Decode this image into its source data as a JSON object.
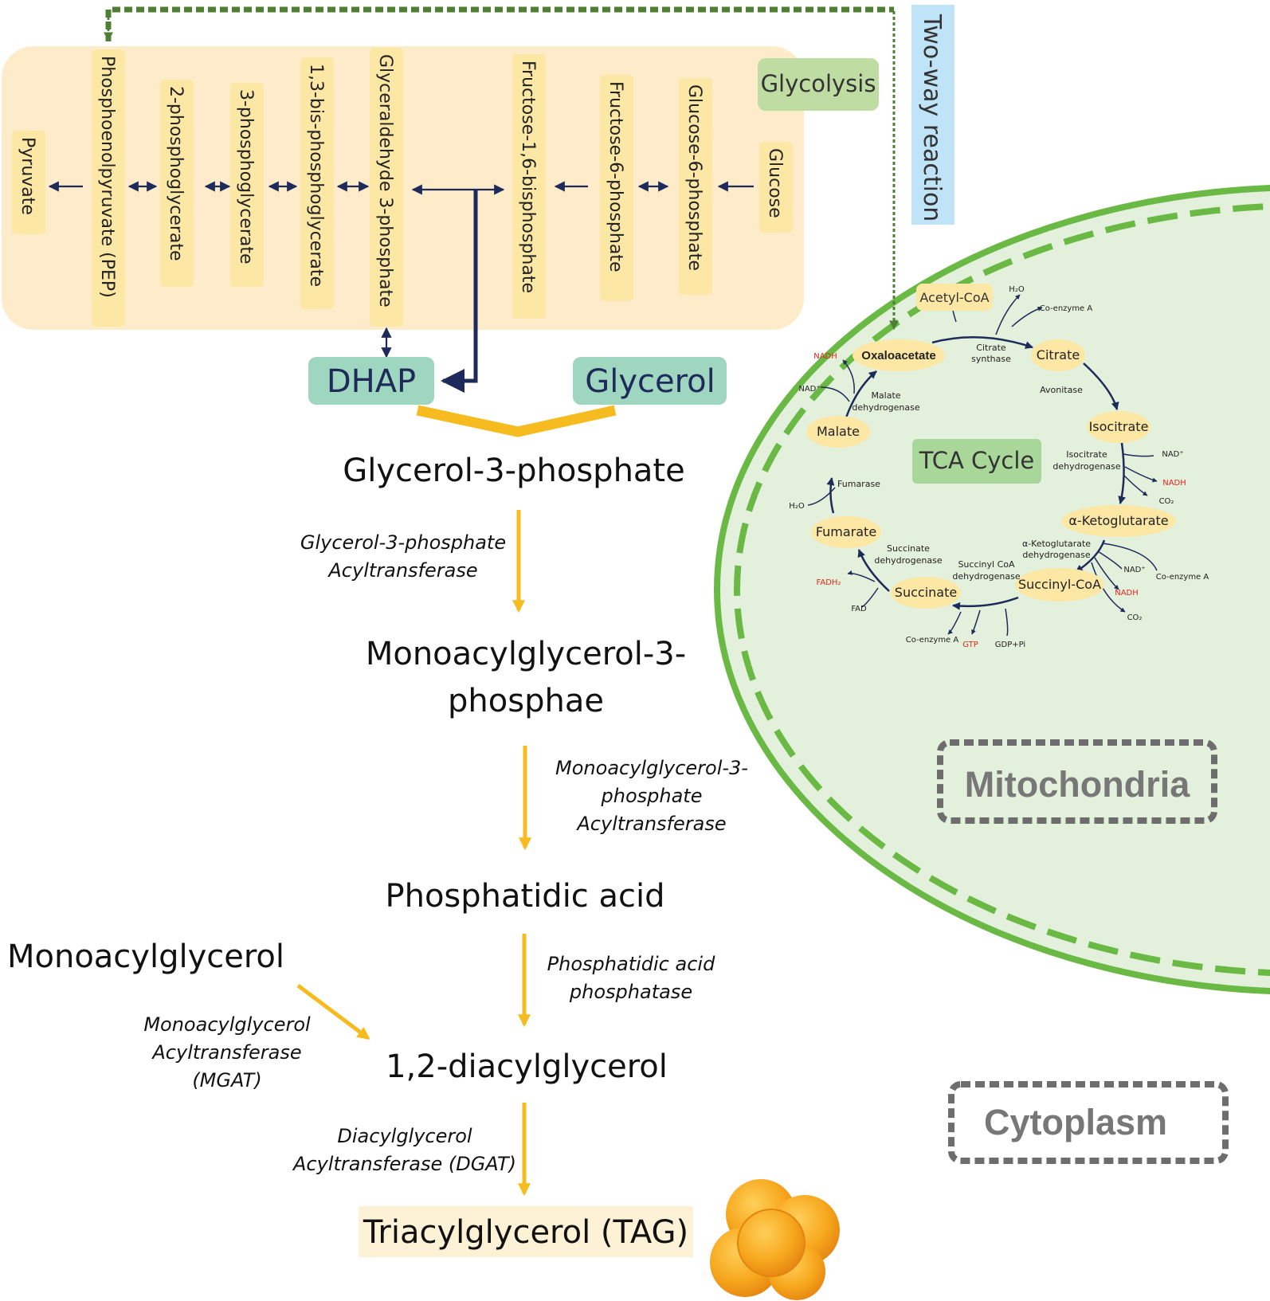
{
  "glycolysis": {
    "title": "Glycolysis",
    "metabolites": [
      "Pyruvate",
      "Phosphoenolpyruvate (PEP)",
      "2-phosphoglycerate",
      "3-phosphoglycerate",
      "1,3-bis-phosphoglycerate",
      "Glyceraldehyde 3-phosphate",
      "Fructose-1,6-bisphosphate",
      "Fructose-6-phosphate",
      "Glucose-6-phosphate",
      "Glucose"
    ]
  },
  "two_way": "Two-way reaction",
  "dhap": "DHAP",
  "glycerol": "Glycerol",
  "pathway": {
    "g3p": "Glycerol-3-phosphate",
    "enzyme1": [
      "Glycerol-3-phosphate",
      "Acyltransferase"
    ],
    "mag3p": [
      "Monoacylglycerol-3-",
      "phosphae"
    ],
    "enzyme2": [
      "Monoacylglycerol-3-",
      "phosphate",
      "Acyltransferase"
    ],
    "pa": "Phosphatidic acid",
    "enzyme3": [
      "Phosphatidic acid",
      "phosphatase"
    ],
    "mag": "Monoacylglycerol",
    "mgat": [
      "Monoacylglycerol",
      "Acyltransferase",
      "(MGAT)"
    ],
    "dag": "1,2-diacylglycerol",
    "dgat": [
      "Diacylglycerol",
      "Acyltransferase (DGAT)"
    ],
    "tag": "Triacylglycerol (TAG)"
  },
  "tca": {
    "title": "TCA Cycle",
    "acetyl_coa": "Acetyl-CoA",
    "oxaloacetate": "Oxaloacetate",
    "citrate": "Citrate",
    "isocitrate": "Isocitrate",
    "akg": "α-Ketoglutarate",
    "succinyl_coa": "Succinyl-CoA",
    "succinate": "Succinate",
    "fumarate": "Fumarate",
    "malate": "Malate",
    "citrate_synthase": [
      "Citrate",
      "synthase"
    ],
    "avonitase": "Avonitase",
    "isocitrate_dh": [
      "Isocitrate",
      "dehydrogenase"
    ],
    "akg_dh": [
      "α-Ketoglutarate",
      "dehydrogenase"
    ],
    "succinylcoa_dh": [
      "Succinyl CoA",
      "dehydrogenase"
    ],
    "succinate_dh": [
      "Succinate",
      "dehydrogenase"
    ],
    "fumarase": "Fumarase",
    "malate_dh": [
      "Malate",
      "dehydrogenase"
    ],
    "h2o": "H₂O",
    "coenzyme_a": "Co-enzyme A",
    "nad": "NAD⁺",
    "nadh": "NADH",
    "co2": "CO₂",
    "fad": "FAD",
    "fadh2": "FADH₂",
    "gtp": "GTP",
    "gdp": "GDP+Pi"
  },
  "compartments": {
    "mitochondria": "Mitochondria",
    "cytoplasm": "Cytoplasm"
  },
  "colors": {
    "glycolysis_bg": "#fdebc9",
    "label_yellow": "#fde7a4",
    "teal_box": "#9ed6bf",
    "green_box": "#a9d79a",
    "mito_fill": "#e3f0dc",
    "mito_border": "#6ab945",
    "arrow_orange": "#f6bb1f",
    "arrow_navy": "#1e2a5a",
    "dotted_green": "#4f7f35",
    "two_way_bg": "#bfe4f7",
    "nadh_red": "#e0261e",
    "tag_bg": "#fdf2d5"
  }
}
